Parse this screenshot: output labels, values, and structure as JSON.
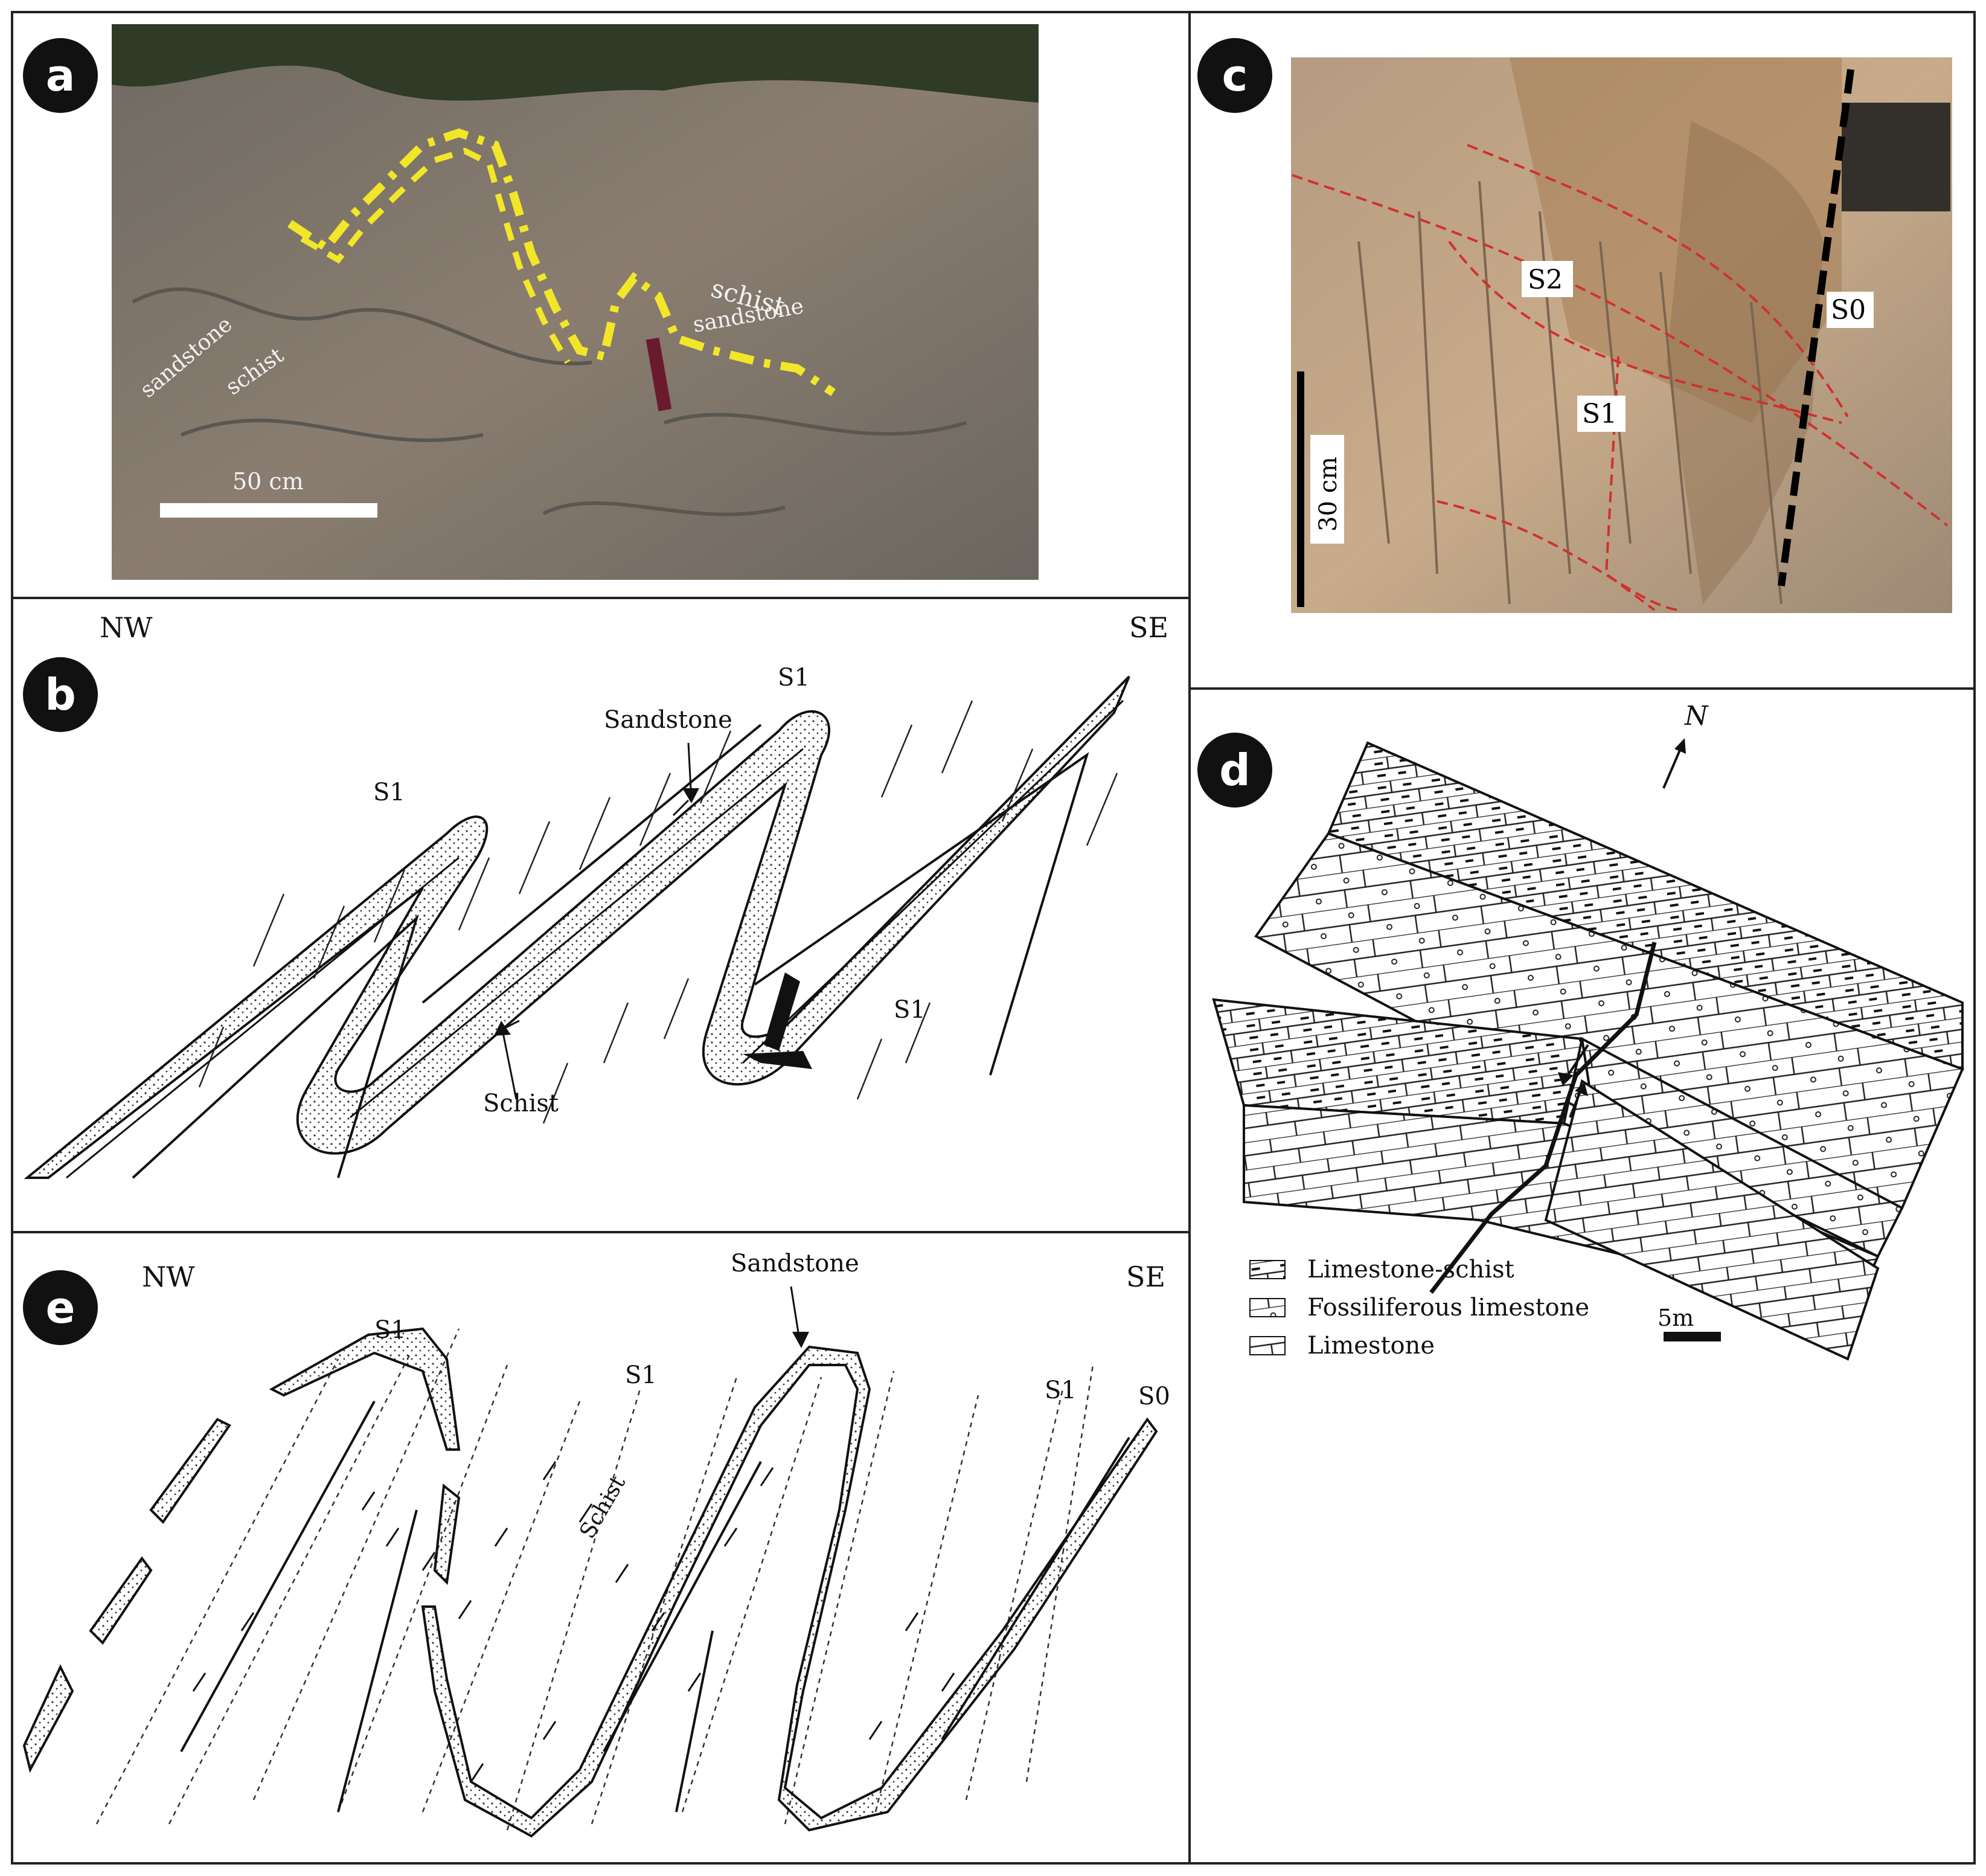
{
  "panels": {
    "a": {
      "label": "a",
      "texts": {
        "sandstone_left": "sandstone",
        "schist_left": "schist",
        "schist_right": "schist",
        "sandstone_right": "sandstone"
      },
      "scale_label": "50 cm"
    },
    "b": {
      "label": "b",
      "nw": "NW",
      "se": "SE",
      "s1_left": "S1",
      "s1_top": "S1",
      "s1_right": "S1",
      "sandstone": "Sandstone",
      "schist": "Schist"
    },
    "c": {
      "label": "c",
      "s2": "S2",
      "s1": "S1",
      "s0": "S0",
      "scale_label": "30 cm"
    },
    "d": {
      "label": "d",
      "north": "N",
      "legend": [
        "Limestone-schist",
        "Fossiliferous limestone",
        "Limestone"
      ],
      "scale_label": "5m"
    },
    "e": {
      "label": "e",
      "nw": "NW",
      "se": "SE",
      "s1_a": "S1",
      "s1_b": "S1",
      "s1_c": "S1",
      "s0": "S0",
      "sandstone": "Sandstone",
      "schist": "Schist"
    }
  },
  "colors": {
    "fold_trace": "#f2e629",
    "red_trace": "#d0312d",
    "frame": "#222222"
  }
}
